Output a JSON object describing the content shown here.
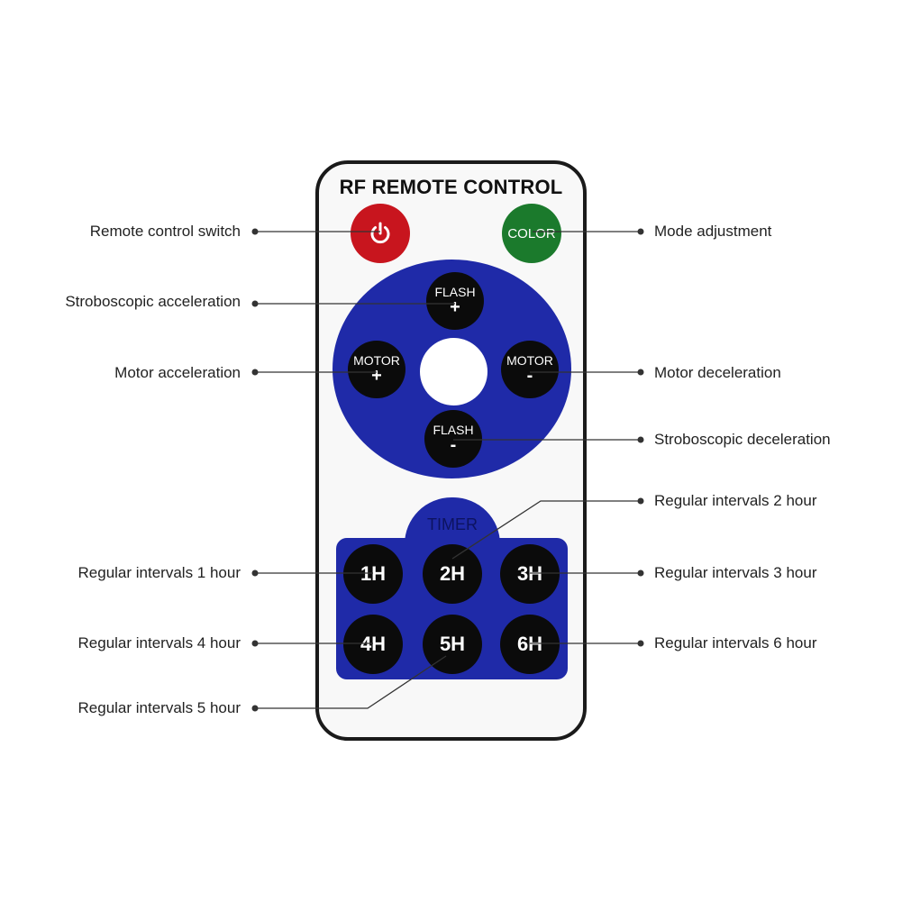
{
  "remote": {
    "title": "RF REMOTE CONTROL",
    "buttons": {
      "color": "COLOR",
      "flash_plus": {
        "text": "FLASH",
        "sym": "+"
      },
      "flash_minus": {
        "text": "FLASH",
        "sym": "-"
      },
      "motor_plus": {
        "text": "MOTOR",
        "sym": "+"
      },
      "motor_minus": {
        "text": "MOTOR",
        "sym": "-"
      }
    },
    "timer": {
      "label": "TIMER",
      "keys": [
        "1H",
        "2H",
        "3H",
        "4H",
        "5H",
        "6H"
      ]
    },
    "colors": {
      "power": "#c8151e",
      "color_button": "#1b7a2c",
      "panel_blue": "#1f2aa8",
      "key_black": "#0b0b0b"
    }
  },
  "labels": {
    "remote_switch": "Remote control switch",
    "mode_adjustment": "Mode adjustment",
    "strobe_accel": "Stroboscopic acceleration",
    "motor_accel": "Motor acceleration",
    "motor_decel": "Motor deceleration",
    "strobe_decel": "Stroboscopic deceleration",
    "interval_1": "Regular intervals 1 hour",
    "interval_2": "Regular intervals 2 hour",
    "interval_3": "Regular intervals 3 hour",
    "interval_4": "Regular intervals 4 hour",
    "interval_5": "Regular intervals 5 hour",
    "interval_6": "Regular intervals 6 hour"
  }
}
